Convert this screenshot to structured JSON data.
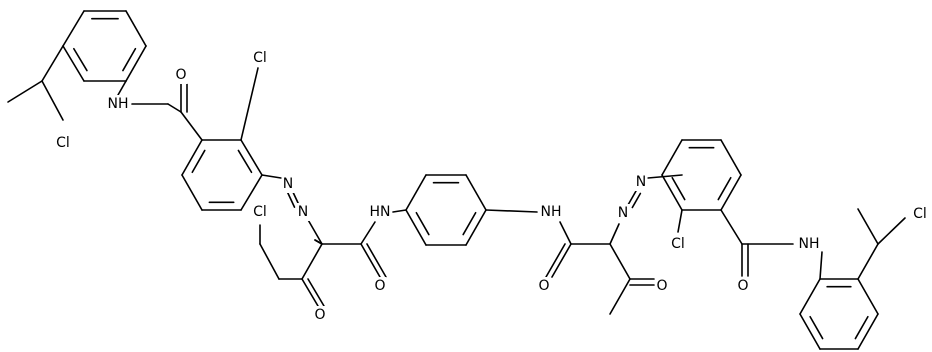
{
  "labels": {
    "nh": "NH",
    "hn": "HN",
    "o": "O",
    "cl": "Cl",
    "n": "N"
  }
}
